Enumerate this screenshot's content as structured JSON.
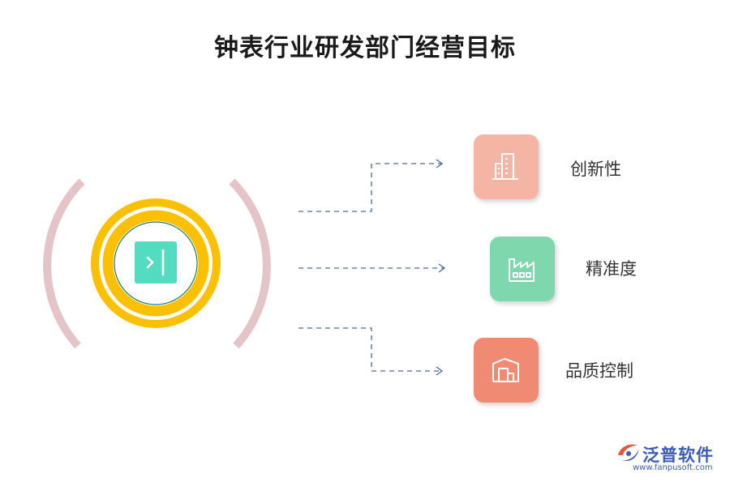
{
  "title": "钟表行业研发部门经营目标",
  "colors": {
    "arc": "#e4c4c6",
    "ring": "#fbc000",
    "inner_fill": "#ffffff",
    "inner_stroke": "#1e7a68",
    "center_icon": "#53dcc0",
    "dash": "#4a6aa0"
  },
  "center": {
    "icon": "panel-expand-icon"
  },
  "items": [
    {
      "label": "创新性",
      "icon": "building-icon",
      "color": "#f4b5a5"
    },
    {
      "label": "精准度",
      "icon": "factory-icon",
      "color": "#7fd7ad"
    },
    {
      "label": "品质控制",
      "icon": "warehouse-icon",
      "color": "#f08a73"
    }
  ],
  "watermark": {
    "name": "泛普软件",
    "url": "www.fanpusoft.com"
  }
}
